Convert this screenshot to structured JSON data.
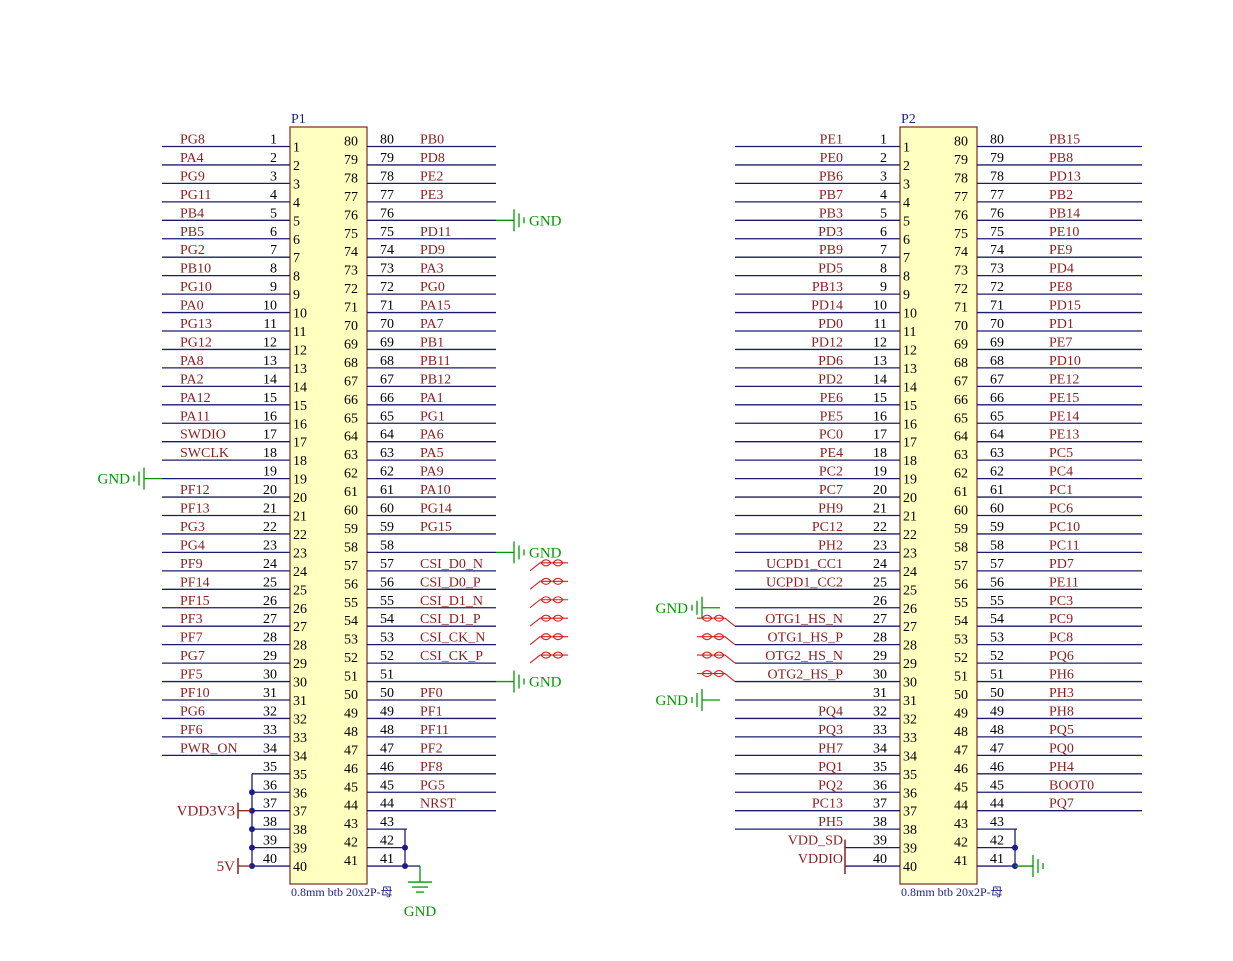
{
  "colors": {
    "body_fill": "#ffffc0",
    "body_stroke": "#7a2a20",
    "wire": "#1c1c6e",
    "net_label": "#8b1e1e",
    "pin_number": "#000000",
    "designator": "#1c1c8e",
    "ground": "#009900",
    "junction": "#1c1c8e"
  },
  "connectors": [
    {
      "designator": "P1",
      "footprint": "0.8mm btb 20x2P-母",
      "left_nets": [
        "PG8",
        "PA4",
        "PG9",
        "PG11",
        "PB4",
        "PB5",
        "PG2",
        "PB10",
        "PG10",
        "PA0",
        "PG13",
        "PG12",
        "PA8",
        "PA2",
        "PA12",
        "PA11",
        "SWDIO",
        "SWCLK",
        "",
        "PF12",
        "PF13",
        "PG3",
        "PG4",
        "PF9",
        "PF14",
        "PF15",
        "PF3",
        "PF7",
        "PG7",
        "PF5",
        "PF10",
        "PG6",
        "PF6",
        "PWR_ON",
        "",
        "",
        "",
        "",
        "",
        ""
      ],
      "right_nets": [
        "PB0",
        "PD8",
        "PE2",
        "PE3",
        "",
        "PD11",
        "PD9",
        "PA3",
        "PG0",
        "PA15",
        "PA7",
        "PB1",
        "PB11",
        "PB12",
        "PA1",
        "PG1",
        "PA6",
        "PA5",
        "PA9",
        "PA10",
        "PG14",
        "PG15",
        "",
        "CSI_D0_N",
        "CSI_D0_P",
        "CSI_D1_N",
        "CSI_D1_P",
        "CSI_CK_N",
        "CSI_CK_P",
        "",
        "PF0",
        "PF1",
        "PF11",
        "PF2",
        "PF8",
        "PG5",
        "NRST",
        "",
        "",
        ""
      ],
      "power_labels": [
        {
          "text": "GND",
          "side": "right",
          "row": 5
        },
        {
          "text": "GND",
          "side": "left",
          "row": 19
        },
        {
          "text": "GND",
          "side": "right",
          "row": 23
        },
        {
          "text": "GND",
          "side": "right",
          "row": 30
        },
        {
          "text": "VDD3V3",
          "side": "left",
          "row": 37
        },
        {
          "text": "5V",
          "side": "left",
          "row": 40
        },
        {
          "text": "GND",
          "side": "bottom",
          "row": 41
        }
      ]
    },
    {
      "designator": "P2",
      "footprint": "0.8mm btb 20x2P-母",
      "left_nets": [
        "PE1",
        "PE0",
        "PB6",
        "PB7",
        "PB3",
        "PD3",
        "PB9",
        "PD5",
        "PB13",
        "PD14",
        "PD0",
        "PD12",
        "PD6",
        "PD2",
        "PE6",
        "PE5",
        "PC0",
        "PE4",
        "PC2",
        "PC7",
        "PH9",
        "PC12",
        "PH2",
        "UCPD1_CC1",
        "UCPD1_CC2",
        "",
        "OTG1_HS_N",
        "OTG1_HS_P",
        "OTG2_HS_N",
        "OTG2_HS_P",
        "",
        "PQ4",
        "PQ3",
        "PH7",
        "PQ1",
        "PQ2",
        "PC13",
        "PH5",
        "VDD_SD",
        "VDDIO"
      ],
      "right_nets": [
        "PB15",
        "PB8",
        "PD13",
        "PB2",
        "PB14",
        "PE10",
        "PE9",
        "PD4",
        "PE8",
        "PD15",
        "PD1",
        "PE7",
        "PD10",
        "PE12",
        "PE15",
        "PE14",
        "PE13",
        "PC5",
        "PC4",
        "PC1",
        "PC6",
        "PC10",
        "PC11",
        "PD7",
        "PE11",
        "PC3",
        "PC9",
        "PC8",
        "PQ6",
        "PH6",
        "PH3",
        "PH8",
        "PQ5",
        "PQ0",
        "PH4",
        "BOOT0",
        "PQ7",
        "",
        "",
        ""
      ],
      "power_labels": [
        {
          "text": "GND",
          "side": "left",
          "row": 26
        },
        {
          "text": "GND",
          "side": "left",
          "row": 31
        }
      ]
    }
  ]
}
